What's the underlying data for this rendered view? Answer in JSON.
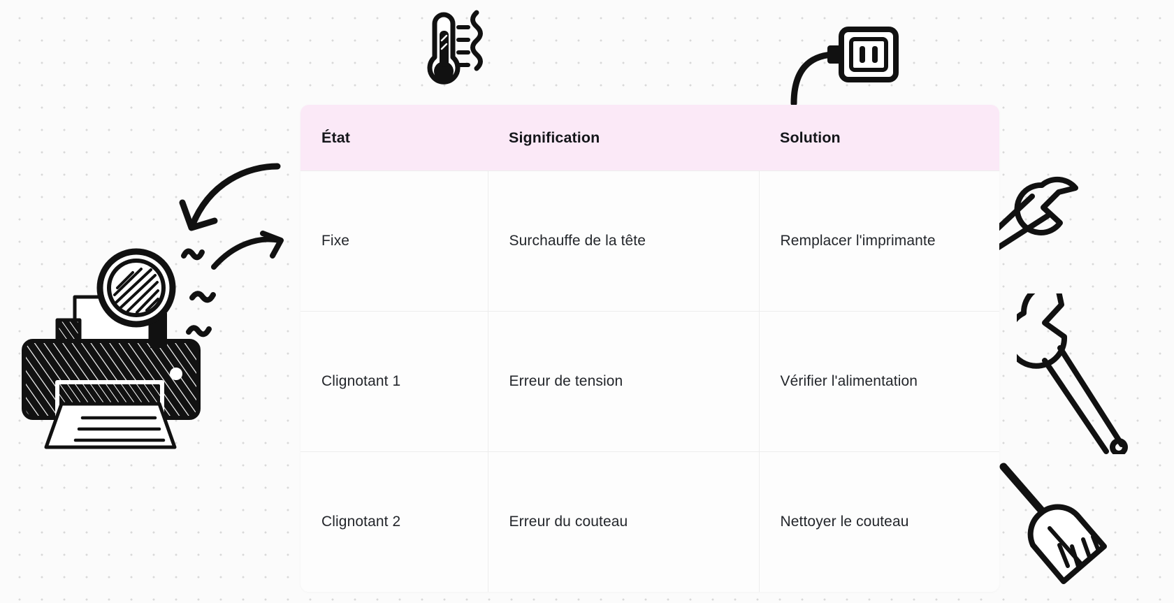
{
  "page": {
    "background_color": "#fbfbfb",
    "dot_color": "#d9d9d9",
    "accent_color": "#fbe9f7",
    "text_color": "#23262b",
    "border_color": "#ededed",
    "ink_color": "#111111"
  },
  "table": {
    "headers": [
      "État",
      "Signification",
      "Solution"
    ],
    "rows": [
      {
        "etat": "Fixe",
        "signification": "Surchauffe de la tête",
        "solution": "Remplacer l'imprimante"
      },
      {
        "etat": "Clignotant 1",
        "signification": "Erreur de tension",
        "solution": "Vérifier l'alimentation"
      },
      {
        "etat": "Clignotant 2",
        "signification": "Erreur du couteau",
        "solution": "Nettoyer le couteau"
      }
    ]
  },
  "doodles": [
    {
      "name": "printer-icon",
      "label": "printer"
    },
    {
      "name": "magnifier-icon",
      "label": "magnifying glass"
    },
    {
      "name": "curved-arrow-icon",
      "label": "curved arrow"
    },
    {
      "name": "thermometer-icon",
      "label": "thermometer with heat waves"
    },
    {
      "name": "power-outlet-icon",
      "label": "power outlet with cable"
    },
    {
      "name": "wrench-icon",
      "label": "wrench"
    },
    {
      "name": "broom-icon",
      "label": "broom"
    }
  ]
}
